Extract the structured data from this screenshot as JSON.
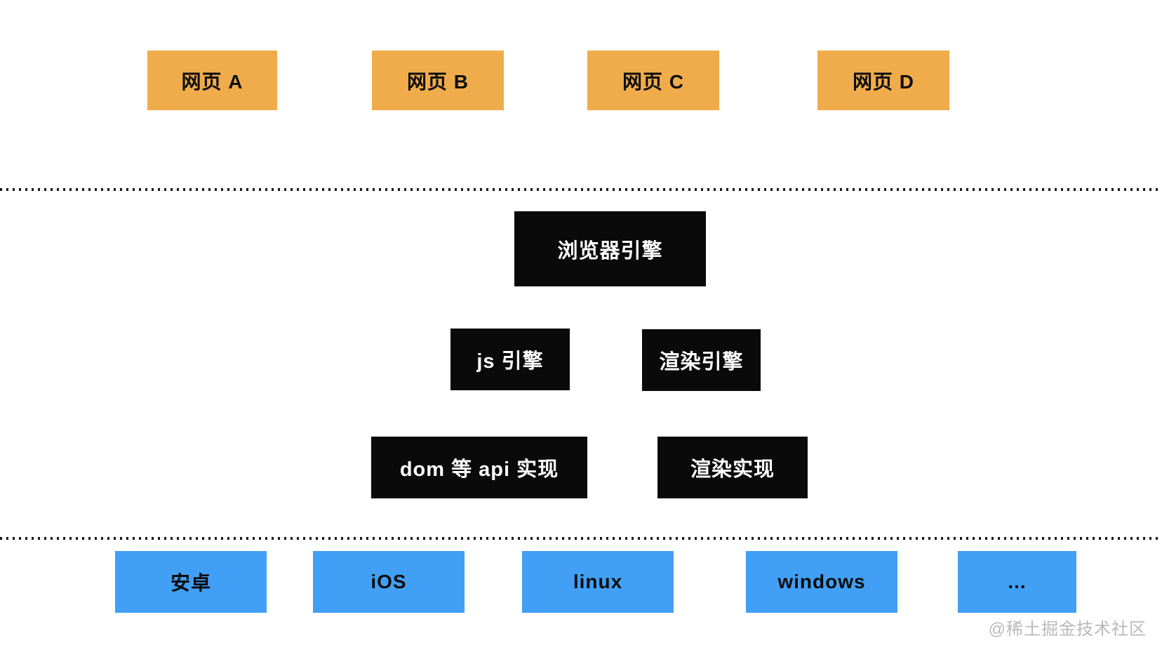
{
  "diagram": {
    "title_hint": "browser architecture diagram",
    "colors": {
      "webpage_box": "#f0ac4b",
      "engine_box": "#0a0a0a",
      "platform_box": "#41a0f5",
      "box_text_dark": "#0d0d0d",
      "box_text_light": "#ffffff",
      "watermark_text": "#b9b9b9",
      "separator_dot": "#151515",
      "background": "#ffffff"
    },
    "webpages": [
      {
        "label": "网页 A"
      },
      {
        "label": "网页 B"
      },
      {
        "label": "网页 C"
      },
      {
        "label": "网页 D"
      }
    ],
    "browser_engine": {
      "label": "浏览器引擎"
    },
    "sub_engines": [
      {
        "label": "js 引擎"
      },
      {
        "label": "渲染引擎"
      }
    ],
    "implementations": [
      {
        "label": "dom 等 api 实现"
      },
      {
        "label": "渲染实现"
      }
    ],
    "platforms": [
      {
        "label": "安卓"
      },
      {
        "label": "iOS"
      },
      {
        "label": "linux"
      },
      {
        "label": "windows"
      },
      {
        "label": "..."
      }
    ],
    "watermark": "@稀土掘金技术社区"
  }
}
